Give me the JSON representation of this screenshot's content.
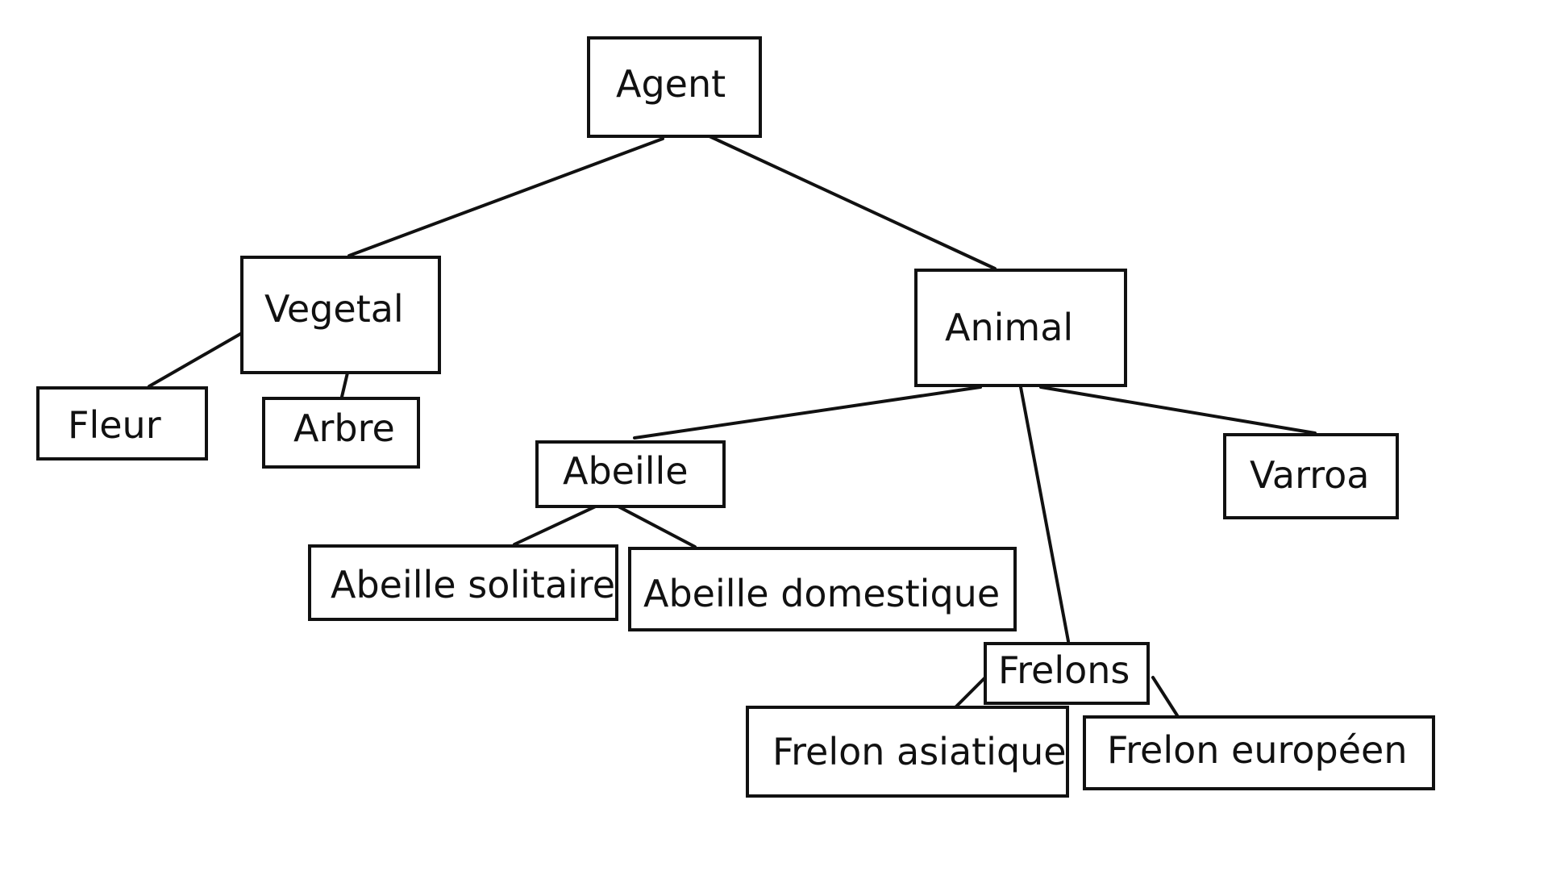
{
  "diagram": {
    "nodes": {
      "agent": "Agent",
      "vegetal": "Vegetal",
      "animal": "Animal",
      "fleur": "Fleur",
      "arbre": "Arbre",
      "abeille": "Abeille",
      "varroa": "Varroa",
      "abeille_solitaire": "Abeille solitaire",
      "abeille_domestique": "Abeille domestique",
      "frelons": "Frelons",
      "frelon_asiatique": "Frelon asiatique",
      "frelon_europeen": "Frelon européen"
    },
    "edges": [
      [
        "agent",
        "vegetal"
      ],
      [
        "agent",
        "animal"
      ],
      [
        "vegetal",
        "fleur"
      ],
      [
        "vegetal",
        "arbre"
      ],
      [
        "animal",
        "abeille"
      ],
      [
        "animal",
        "frelons"
      ],
      [
        "animal",
        "varroa"
      ],
      [
        "abeille",
        "abeille_solitaire"
      ],
      [
        "abeille",
        "abeille_domestique"
      ],
      [
        "frelons",
        "frelon_asiatique"
      ],
      [
        "frelons",
        "frelon_europeen"
      ]
    ],
    "colors": {
      "stroke": "#111111",
      "background": "#ffffff"
    }
  }
}
